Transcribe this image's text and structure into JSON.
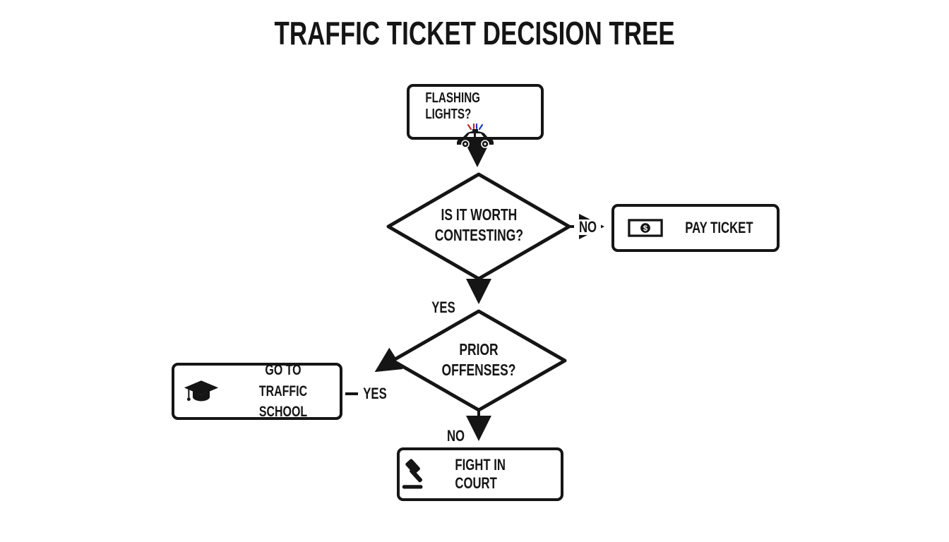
{
  "title": "TRAFFIC TICKET DECISION TREE",
  "nodes": {
    "start": {
      "label": "FLASHING LIGHTS?",
      "icon": "police-car-icon"
    },
    "contest": {
      "label": "IS IT WORTH\nCONTESTING?"
    },
    "pay": {
      "label": "PAY TICKET",
      "icon": "money-bill-icon"
    },
    "prior": {
      "label": "PRIOR\nOFFENSES?"
    },
    "school": {
      "label": "GO TO\nTRAFFIC SCHOOL",
      "icon": "graduation-cap-icon"
    },
    "court": {
      "label": "FIGHT IN COURT",
      "icon": "gavel-icon"
    }
  },
  "edges": {
    "contest_no": "NO",
    "contest_yes": "YES",
    "prior_yes": "YES",
    "prior_no": "NO"
  },
  "colors": {
    "ink": "#151515",
    "background": "#ffffff",
    "siren_red": "#c62828",
    "siren_blue": "#1a3bbf"
  }
}
